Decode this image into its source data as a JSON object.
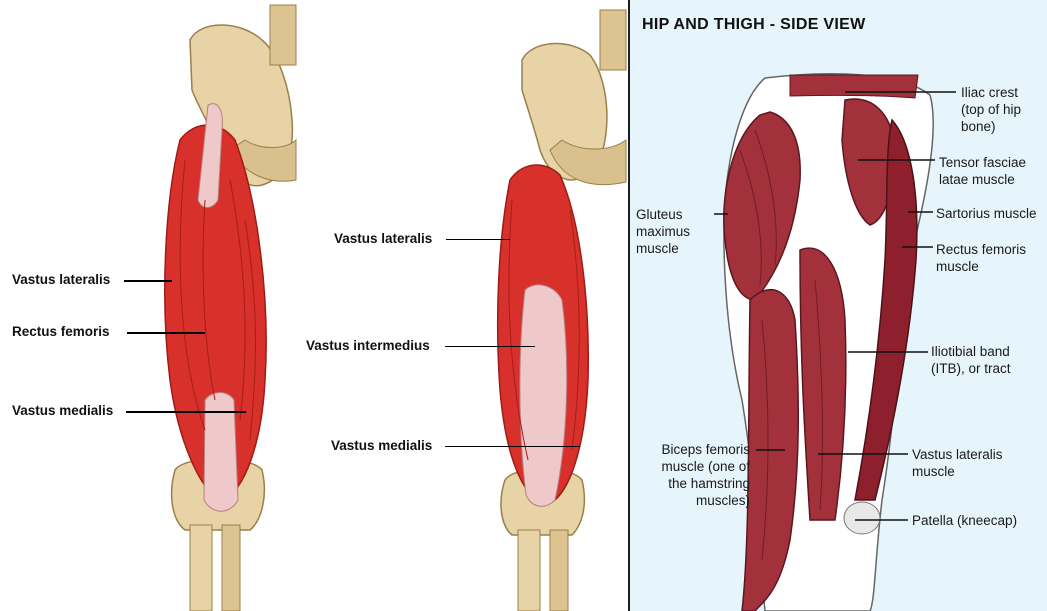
{
  "panel1": {
    "labels": [
      "Vastus lateralis",
      "Rectus femoris",
      "Vastus medialis"
    ]
  },
  "panel2": {
    "labels": [
      "Vastus lateralis",
      "Vastus intermedius",
      "Vastus medialis"
    ]
  },
  "panel3": {
    "title": "HIP AND THIGH - SIDE VIEW",
    "labels": {
      "iliac_crest": [
        "Iliac crest",
        "(top of hip",
        "bone)"
      ],
      "tensor_fasciae_latae": [
        "Tensor fasciae",
        "latae muscle"
      ],
      "sartorius": [
        "Sartorius muscle"
      ],
      "rectus_femoris": [
        "Rectus femoris",
        "muscle"
      ],
      "gluteus_maximus": [
        "Gluteus",
        "maximus",
        "muscle"
      ],
      "iliotibial_band": [
        "Iliotibial band",
        "(ITB), or tract"
      ],
      "biceps_femoris": [
        "Biceps femoris",
        "muscle (one of",
        "the hamstring",
        "muscles)"
      ],
      "vastus_lateralis": [
        "Vastus lateralis",
        "muscle"
      ],
      "patella": [
        "Patella (kneecap)"
      ]
    }
  },
  "colors": {
    "muscle_red": "#d8302a",
    "muscle_dark": "#8e1f2c",
    "bone": "#e8d4a8",
    "tendon": "#efc9c9",
    "panel_bg": "#e6f4fb"
  }
}
